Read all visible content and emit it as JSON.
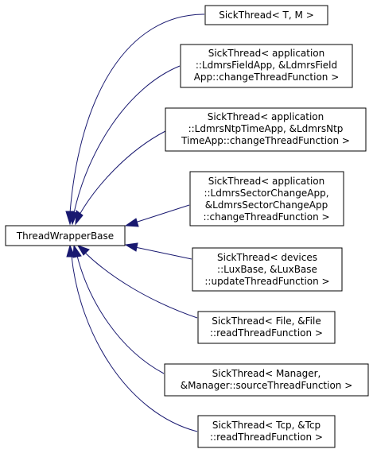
{
  "diagram": {
    "base": {
      "lines": [
        "ThreadWrapperBase"
      ]
    },
    "derived": [
      {
        "lines": [
          "SickThread< T, M >"
        ]
      },
      {
        "lines": [
          "SickThread< application",
          "::LdmrsFieldApp, &LdmrsField",
          "App::changeThreadFunction >"
        ]
      },
      {
        "lines": [
          "SickThread< application",
          "::LdmrsNtpTimeApp, &LdmrsNtp",
          "TimeApp::changeThreadFunction >"
        ]
      },
      {
        "lines": [
          "SickThread< application",
          "::LdmrsSectorChangeApp,",
          "&LdmrsSectorChangeApp",
          "::changeThreadFunction >"
        ]
      },
      {
        "lines": [
          "SickThread< devices",
          "::LuxBase, &LuxBase",
          "::updateThreadFunction >"
        ]
      },
      {
        "lines": [
          "SickThread< File, &File",
          "::readThreadFunction >"
        ]
      },
      {
        "lines": [
          "SickThread< Manager,",
          "&Manager::sourceThreadFunction >"
        ]
      },
      {
        "lines": [
          "SickThread< Tcp, &Tcp",
          "::readThreadFunction >"
        ]
      }
    ],
    "colors": {
      "edge": "#191970",
      "box_border": "#000000",
      "box_fill": "#ffffff",
      "text": "#000000"
    }
  }
}
